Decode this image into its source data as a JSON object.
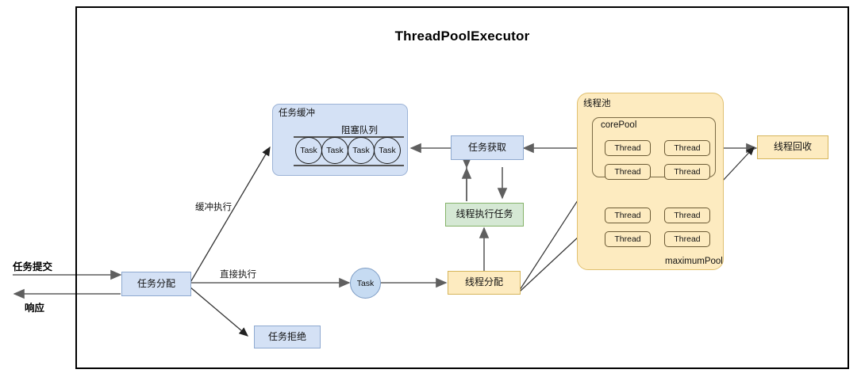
{
  "diagram": {
    "title": "ThreadPoolExecutor",
    "type": "flow-diagram",
    "colors": {
      "frame_border": "#000000",
      "blue_fill": "#d4e1f5",
      "blue_border": "#8ea9d0",
      "green_fill": "#d5e8d4",
      "green_border": "#84b268",
      "yellow_fill": "#fdebc0",
      "yellow_border": "#d6b55b",
      "arrow_gray": "#666666",
      "arrow_dark": "#333333"
    }
  },
  "io": {
    "submit_label": "任务提交",
    "response_label": "响应"
  },
  "nodes": {
    "dispatch": "任务分配",
    "reject": "任务拒绝",
    "task_circle": "Task",
    "fetch_task": "任务获取",
    "execute_task": "线程执行任务",
    "thread_dispatch": "线程分配",
    "thread_recycle": "线程回收"
  },
  "edge_labels": {
    "buffered": "缓冲执行",
    "direct": "直接执行"
  },
  "task_buffer": {
    "title": "任务缓冲",
    "queue_title": "阻塞队列",
    "tasks": [
      "Task",
      "Task",
      "Task",
      "Task"
    ]
  },
  "thread_pool": {
    "title": "线程池",
    "core_pool_label": "corePool",
    "maximum_pool_label": "maximumPool",
    "core_threads": [
      "Thread",
      "Thread",
      "Thread",
      "Thread"
    ],
    "max_threads": [
      "Thread",
      "Thread",
      "Thread",
      "Thread"
    ]
  }
}
